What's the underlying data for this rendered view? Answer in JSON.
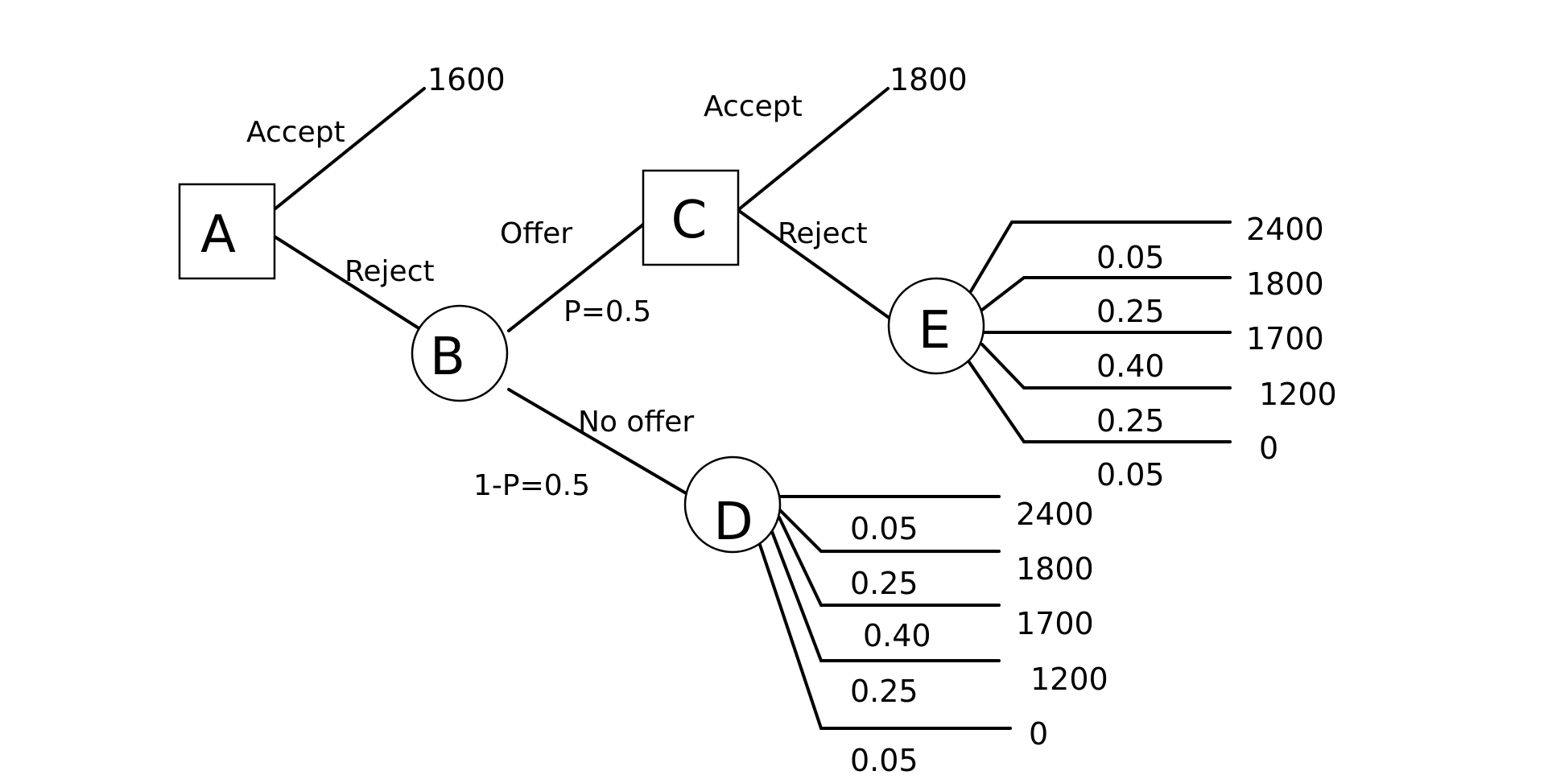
{
  "nodes": {
    "A": {
      "label": "A",
      "kind": "decision"
    },
    "B": {
      "label": "B",
      "kind": "chance"
    },
    "C": {
      "label": "C",
      "kind": "decision"
    },
    "D": {
      "label": "D",
      "kind": "chance"
    },
    "E": {
      "label": "E",
      "kind": "chance"
    }
  },
  "branches": {
    "a_accept": "Accept",
    "a_reject": "Reject",
    "b_offer": "Offer",
    "b_offer_prob": "P=0.5",
    "b_no_offer": "No offer",
    "b_no_offer_prob": "1-P=0.5",
    "c_accept": "Accept",
    "c_reject": "Reject"
  },
  "payoffs": {
    "a_accept": "1600",
    "c_accept": "1800"
  },
  "chance_E": {
    "outcomes": [
      "2400",
      "1800",
      "1700",
      "1200",
      "0"
    ],
    "probabilities": [
      "0.05",
      "0.25",
      "0.40",
      "0.25",
      "0.05"
    ]
  },
  "chance_D": {
    "outcomes": [
      "2400",
      "1800",
      "1700",
      "1200",
      "0"
    ],
    "probabilities": [
      "0.05",
      "0.25",
      "0.40",
      "0.25",
      "0.05"
    ]
  }
}
